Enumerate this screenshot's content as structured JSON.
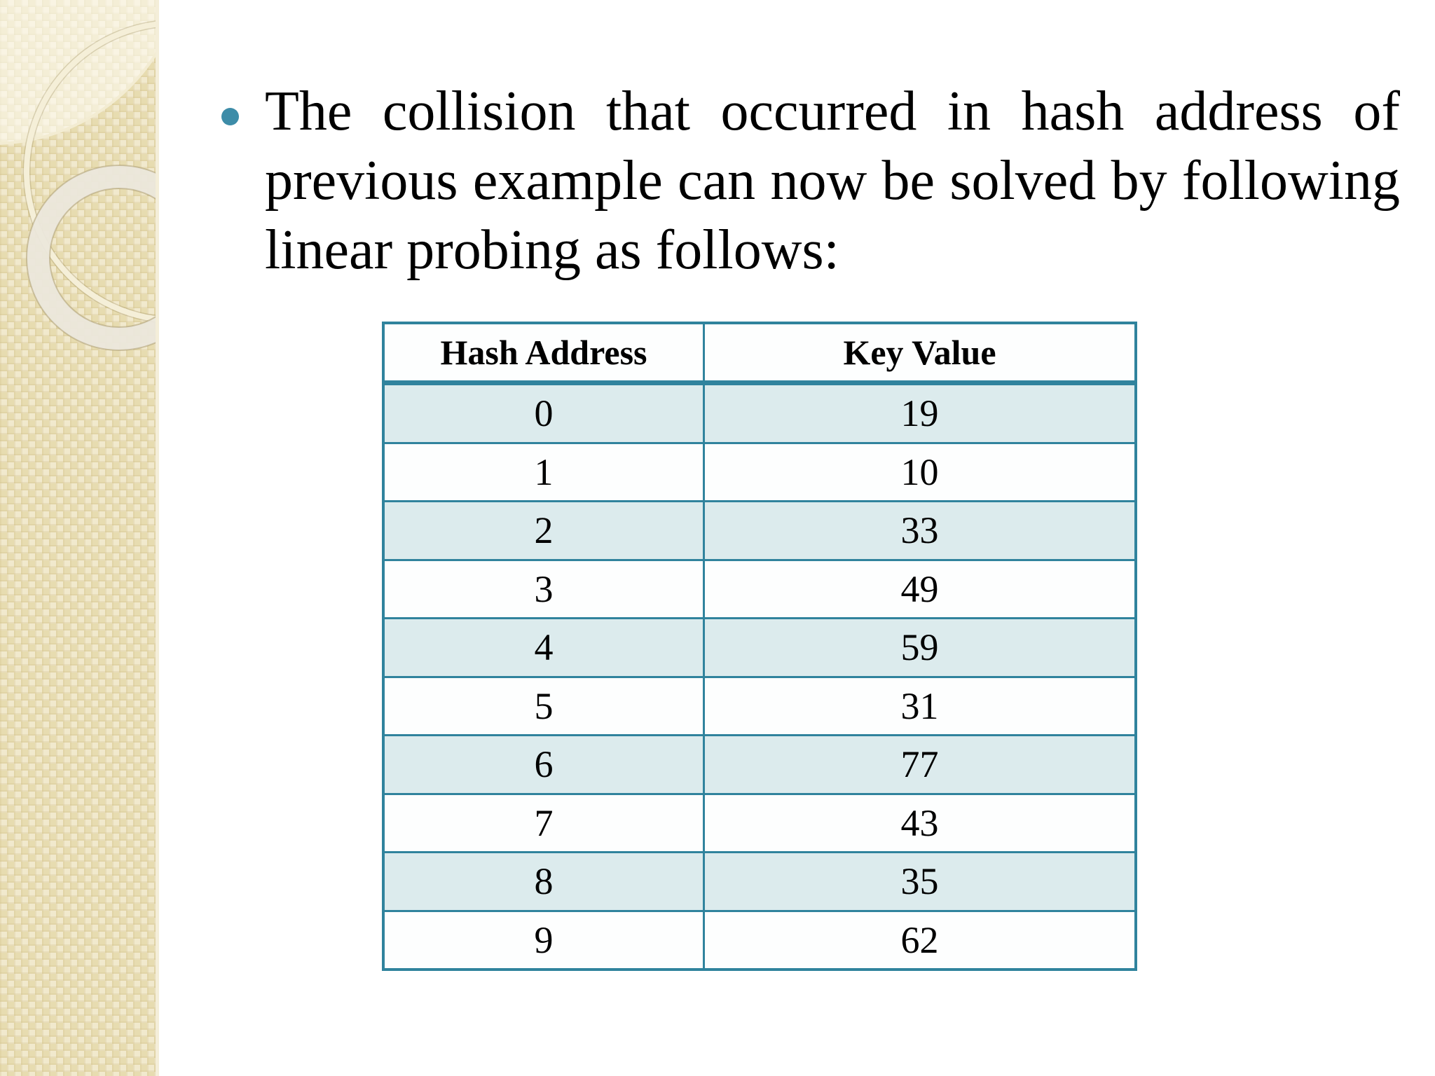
{
  "slide": {
    "bullet": {
      "lines": [
        "The collision that occurred in hash address of",
        "previous example can now be solved by following",
        "linear probing as follows:"
      ]
    },
    "table": {
      "headers": [
        "Hash Address",
        "Key Value"
      ],
      "rows": [
        [
          "0",
          "19"
        ],
        [
          "1",
          "10"
        ],
        [
          "2",
          "33"
        ],
        [
          "3",
          "49"
        ],
        [
          "4",
          "59"
        ],
        [
          "5",
          "31"
        ],
        [
          "6",
          "77"
        ],
        [
          "7",
          "43"
        ],
        [
          "8",
          "35"
        ],
        [
          "9",
          "62"
        ]
      ]
    },
    "colors": {
      "table_border_teal": "#30839d",
      "row_shade": "#dcebed",
      "bullet_dot": "#3d8ca8",
      "sidebar_base": "#e9deb6",
      "text": "#000000"
    }
  }
}
